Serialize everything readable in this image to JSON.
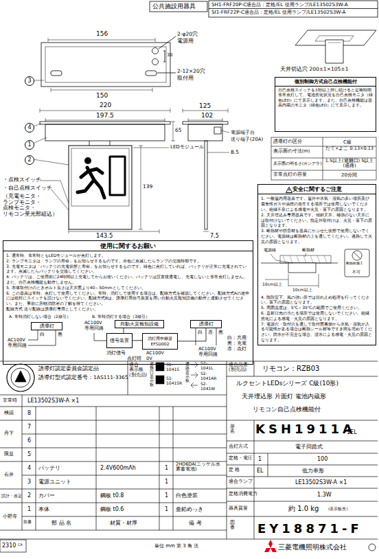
{
  "diagram": {
    "nodes": [
      {
        "text": [
          "個別制御方式自己点検機能付",
          "自己点検スイッチを3秒以上押し続けると定格時間非常点灯して、電池劣化状況を自己点検モニタ（緑色LED）にて表示します。また、自己点検機能は器具内蔵のモニタ（緑色LED）にて表示します。"
        ]
      },
      {
        "text": [
          "安全に関するご注意",
          "1. 一般屋内用器具です。屋外や水気・湿気の多い場所及び腐食性ガスや油煙の発生する場所では使用しないでください。絶縁不良による感電や火災・落下の原因となります。",
          "2. 天井埋込み専用器具です。傾斜天井、補強のない天井には取付けないでください。指定外取付けは、火災・落下の原因となります。",
          "3. 断熱材や防音材を器具にかぶせた状態で使用しないでください。電源線は断熱材の上を通してください。過熱して火災の原因となります。",
          "4. 階段室下、風の強い所では揺れ止め処理を行ってください。落下の原因となります。",
          "5. 周囲温度は、5℃～35℃の範囲でご使用ください。",
          "6. 直射日光の当たる場所では使用しないでください。絶縁劣化による感電・火災の原因となります。",
          "7. 電源穴・取付穴を通して取付面裏側から水気・湿気が入る可能性がある場合は断熱シール材等ですき間を埋めてください。防水が不完全な場合、浸水による感電・火災の原因となります。"
        ]
      },
      {
        "text": [
          "使用に関するお願い",
          "1. 通常時、非常時ともLEDモジュールが点灯します。",
          "2. ランプモニタは「ランプの寿命」をお知らせするものです。赤色に点滅したらランプの交換時期です。",
          "3. 充電モニタは「バッテリの充電状態と寿命」をお知らせするものです。緑色に点灯していれば、バッテリが正常に充電されています。点滅したらバッテリを交換してください。",
          "4. バッテリは、ご使用前に24時間以上充電してからお使いください。バッテリは設置後通電し、充電しないと非常点灯しません。また、自己点検機能も動作しません。",
          "5. 本体取付けのときボルト長さは天井面より40～50mmとしてください。",
          "6. この器具は常時、点灯して使用してください。常時、消灯して使用する場合は、配線方式を確認してください。配線方式Aの途中には絶対にスイッチを設けないでください。配線方式Bは、誘導灯用信号装置を用い自動火災報知設備の動作と連動させてください。また、事前に所轄消防署の了解を得てください。",
          "配線方式 送り配線は誘導灯専用としてください。",
          "A. 常時消灯しない場合（2線引）",
          "B. 常時消灯する場合（3線引）"
        ]
      },
      {
        "text": [
          "誘導灯"
        ],
        "in": 2
      },
      {
        "text": [
          "自動火災報知設備"
        ],
        "in": 2
      },
      {
        "text": [
          "信号装置"
        ],
        "in": 2
      },
      {
        "text": [
          "消灯用中継器",
          "EFSD002"
        ],
        "in": 2
      },
      {
        "text": [
          "誘導灯"
        ],
        "in": 2
      }
    ],
    "edges": [
      {
        "from": 4,
        "to": 5,
        "arrow": "none"
      },
      {
        "from": 5,
        "to": 6,
        "arrow": "none"
      },
      {
        "from": 6,
        "to": 7,
        "arrow": "none"
      }
    ],
    "labels": [
      "公共施設用器具",
      "SH1-FRF20P-C適合品：定格/EL 使用ランプ/LE13502S3W-A",
      "SI1-FRF22P-C適合品：定格/EL 使用ランプ/LE13502S3W-A",
      "156",
      "2-φ20穴",
      "電源用",
      "30",
      "3",
      "2-12×20穴",
      "取付用",
      "150",
      "220",
      "197.5",
      "125",
      "102",
      "4",
      "1",
      "2",
      "65",
      "電源端子台",
      "送り端子(20A)",
      "8.5",
      "LEDモジュール",
      "139",
      "143.5",
      "7.5",
      "・点検スイッチ",
      "・自己点検スイッチ",
      "（充電モニタ・ ランプモニタ・ 点検モニタ・ リモコン受光部組込）",
      "天井切込穴 200±1×105±1",
      "誘導灯の区分",
      "C級",
      "表示面の寸法(m)",
      "たて×よこ 0.13×0.13",
      "表示面の明るさ(カンデラ)",
      "1.5以上(避難口) 5以上(通路)",
      "非常点灯の容量",
      "20分間",
      "電源線",
      "断熱材",
      "10cm以上",
      "10cm以上",
      "断熱材施工",
      "不可",
      "白",
      "黒",
      "AC100V",
      "専用回路",
      "AC100V",
      "専用回路",
      "白",
      "赤",
      "黒",
      "白：共用",
      "黒：充電",
      "赤：点灯",
      "AC100V",
      "専用回路",
      "消灯信号",
      "AC100V",
      "点灯時",
      "0V",
      "誘導灯認定委員会認定品",
      "誘導灯型式認定番号：1AS111-3365",
      "適合 表示板 (別売品)",
      "避難口表示板",
      "通路表示板",
      "S1-1041S",
      "S1-1041SR",
      "S2-1041L",
      "S2-1041AR",
      "S2-1041W",
      "適合品番 (別売品)",
      "リモコン：RZB03",
      "ルクセントLEDsシリーズ C級(10形)",
      "天井埋込形 片面灯 電池内蔵形",
      "リモコン自己点検機能付",
      "形名",
      "KSH1911A",
      "1EL",
      "点灯方式",
      "電子回路式",
      "定格・電圧",
      "1",
      "100",
      "定 格",
      "EL",
      "低力率形",
      "適合ランプ",
      "LE13502S3W-A ×1",
      "定格消費電力",
      "1.3W",
      "器具質量",
      "約 1.0 kg",
      "(表示板含)",
      "図番",
      "EY18871-F",
      "三菱電機照明株式会社",
      "非常時",
      "LE13502S3W-A ×1",
      "検認",
      "8",
      "丹下",
      "7",
      "6",
      "限並",
      "5",
      "石井",
      "4",
      "バッテリ",
      "2.4V600mAh",
      "1",
      "2HO6DA(ニッケル水素蓄電池)",
      "3",
      "電源ユニット",
      "1",
      "設計・改定",
      "2",
      "カバー",
      "鋼板 t0.8",
      "1",
      "白色塗装",
      "小野寺",
      "1",
      "本体",
      "鋼板 t0.6",
      "1",
      "亜鉛めっき",
      "部番",
      "部 品 名",
      "材質・材厚",
      "備 考",
      "2310",
      "CA",
      "単位 mm 第 3 角 法"
    ]
  }
}
